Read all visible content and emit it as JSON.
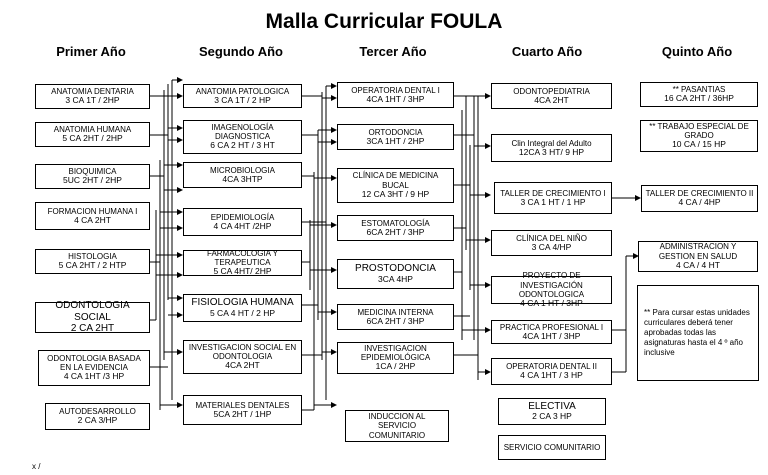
{
  "title": "Malla Curricular FOULA",
  "years": [
    "Primer Año",
    "Segundo Año",
    "Tercer Año",
    "Cuarto Año",
    "Quinto Año"
  ],
  "courses": {
    "y1": [
      {
        "name": "ANATOMIA DENTARIA",
        "credits": "3 CA    1T / 2HP"
      },
      {
        "name": "ANATOMIA HUMANA",
        "credits": "5 CA    2HT / 2HP"
      },
      {
        "name": "BIOQUIMICA",
        "credits": "5UC    2HT / 2HP"
      },
      {
        "name": "FORMACION HUMANA I",
        "credits": "4 CA  2HT"
      },
      {
        "name": "HISTOLOGIA",
        "credits": "5 CA  2HT / 2 HTP"
      },
      {
        "name": "ODONTOLOGIA SOCIAL",
        "credits": "2 CA   2HT"
      },
      {
        "name": "ODONTOLOGIA BASADA EN LA EVIDENCIA",
        "credits": "4 CA  1HT /3 HP"
      },
      {
        "name": "AUTODESARROLLO",
        "credits": "2 CA 3/HP"
      }
    ],
    "y2": [
      {
        "name": "ANATOMIA PATOLOGICA",
        "credits": "3 CA    1T  / 2 HP"
      },
      {
        "name": "IMAGENOLOGÍA DIAGNOSTICA",
        "credits": "6 CA  2 HT / 3 HT"
      },
      {
        "name": "MICROBIOLOGIA",
        "credits": "4CA   3HTP"
      },
      {
        "name": "EPIDEMIOLOGÍA",
        "credits": "4 CA  4HT /2HP"
      },
      {
        "name": "FARMACOLOGIA  Y TERAPEUTICA",
        "credits": "5 CA  4HT/ 2HP"
      },
      {
        "name": "FISIOLOGIA HUMANA",
        "credits": "5 CA 4 HT / 2 HP"
      },
      {
        "name": "INVESTIGACION SOCIAL EN ODONTOLOGIA",
        "credits": "4CA     2HT"
      },
      {
        "name": "MATERIALES DENTALES",
        "credits": "5CA  2HT / 1HP"
      }
    ],
    "y3": [
      {
        "name": "OPERATORIA DENTAL I",
        "credits": "4CA 1HT / 3HP"
      },
      {
        "name": "ORTODONCIA",
        "credits": "3CA 1HT / 2HP"
      },
      {
        "name": "CLÍNICA DE MEDICINA BUCAL",
        "credits": "12 CA 3HT / 9 HP"
      },
      {
        "name": "ESTOMATOLOGÍA",
        "credits": "6CA 2HT / 3HP"
      },
      {
        "name": "PROSTODONCIA",
        "credits": "3CA 4HP"
      },
      {
        "name": "MEDICINA INTERNA",
        "credits": "6CA 2HT / 3HP"
      },
      {
        "name": "INVESTIGACION EPIDEMIOLÓGICA",
        "credits": "1CA / 2HP"
      },
      {
        "name": "INDUCCION AL SERVICIO COMUNITARIO",
        "credits": ""
      }
    ],
    "y4": [
      {
        "name": "ODONTOPEDIATRIA",
        "credits": "4CA 2HT"
      },
      {
        "name": "Clin Integral del Adulto",
        "credits": "12CA    3 HT/ 9 HP"
      },
      {
        "name": "TALLER DE CRECIMIENTO I",
        "credits": "3 CA 1 HT / 1 HP"
      },
      {
        "name": "CLÍNICA DEL NIÑO",
        "credits": "3 CA 4/HP"
      },
      {
        "name": "PROYECTO DE INVESTIGACIÓN ODONTOLOGICA",
        "credits": "4 CA 1 HT / 3HP"
      },
      {
        "name": "PRACTICA PROFESIONAL I",
        "credits": "4CA 1HT / 3HP"
      },
      {
        "name": "OPERATORIA DENTAL II",
        "credits": "4 CA  1HT /  3 HP"
      },
      {
        "name": "ELECTIVA",
        "credits": "2 CA 3 HP"
      },
      {
        "name": "SERVICIO COMUNITARIO",
        "credits": ""
      }
    ],
    "y5": [
      {
        "name": "** PASANTIAS",
        "credits": "16 CA 2HT / 36HP"
      },
      {
        "name": "** TRABAJO ESPECIAL DE GRADO",
        "credits": "10 CA / 15 HP"
      },
      {
        "name": "TALLER DE CRECIMIENTO II",
        "credits": "4 CA  / 4HP"
      },
      {
        "name": "ADMINISTRACION Y GESTION EN SALUD",
        "credits": "4 CA / 4 HT"
      }
    ]
  },
  "note": "** Para cursar estas unidades curriculares deberá tener aprobadas todas las asignaturas hasta el 4 º año inclusive",
  "footer": "x  /"
}
